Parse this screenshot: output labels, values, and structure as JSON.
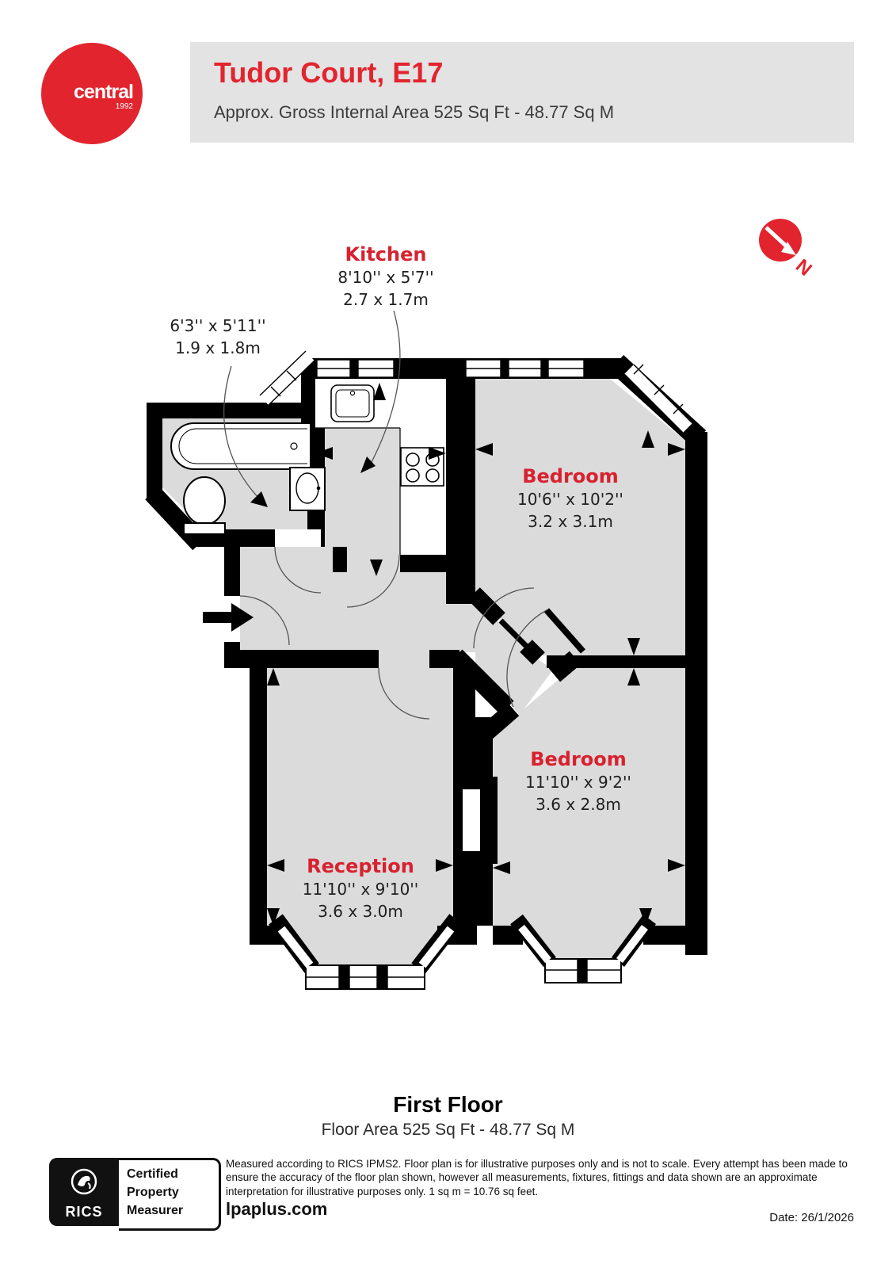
{
  "header": {
    "logo_text": "central",
    "logo_year": "1992",
    "title": "Tudor Court, E17",
    "subtitle": "Approx. Gross Internal Area 525 Sq Ft - 48.77 Sq M"
  },
  "compass": {
    "label": "N"
  },
  "rooms": {
    "kitchen": {
      "name": "Kitchen",
      "dims_ft": "8'10'' x 5'7''",
      "dims_m": "2.7 x 1.7m"
    },
    "bathroom": {
      "dims_ft": "6'3'' x 5'11''",
      "dims_m": "1.9 x 1.8m"
    },
    "bedroom1": {
      "name": "Bedroom",
      "dims_ft": "10'6'' x 10'2''",
      "dims_m": "3.2 x 3.1m"
    },
    "reception": {
      "name": "Reception",
      "dims_ft": "11'10'' x 9'10''",
      "dims_m": "3.6 x 3.0m"
    },
    "bedroom2": {
      "name": "Bedroom",
      "dims_ft": "11'10'' x 9'2''",
      "dims_m": "3.6 x 2.8m"
    }
  },
  "floor": {
    "title": "First Floor",
    "area": "Floor Area 525 Sq Ft - 48.77 Sq M"
  },
  "footer": {
    "badge_brand": "RICS",
    "badge_line1": "Certified",
    "badge_line2": "Property",
    "badge_line3": "Measurer",
    "disclaimer": "Measured according to RICS IPMS2. Floor plan is for illustrative purposes only and is not to scale. Every attempt has been made to ensure the accuracy of the floor plan shown, however all measurements, fixtures, fittings and data shown are an approximate interpretation for illustrative purposes only. 1 sq m = 10.76 sq feet.",
    "website": "lpaplus.com",
    "date": "Date: 26/1/2026"
  },
  "colors": {
    "accent_red": "#d8212f",
    "header_red": "#e2242e",
    "wall_black": "#000000",
    "room_fill": "#dbdbdb",
    "header_band": "#e3e3e3"
  }
}
